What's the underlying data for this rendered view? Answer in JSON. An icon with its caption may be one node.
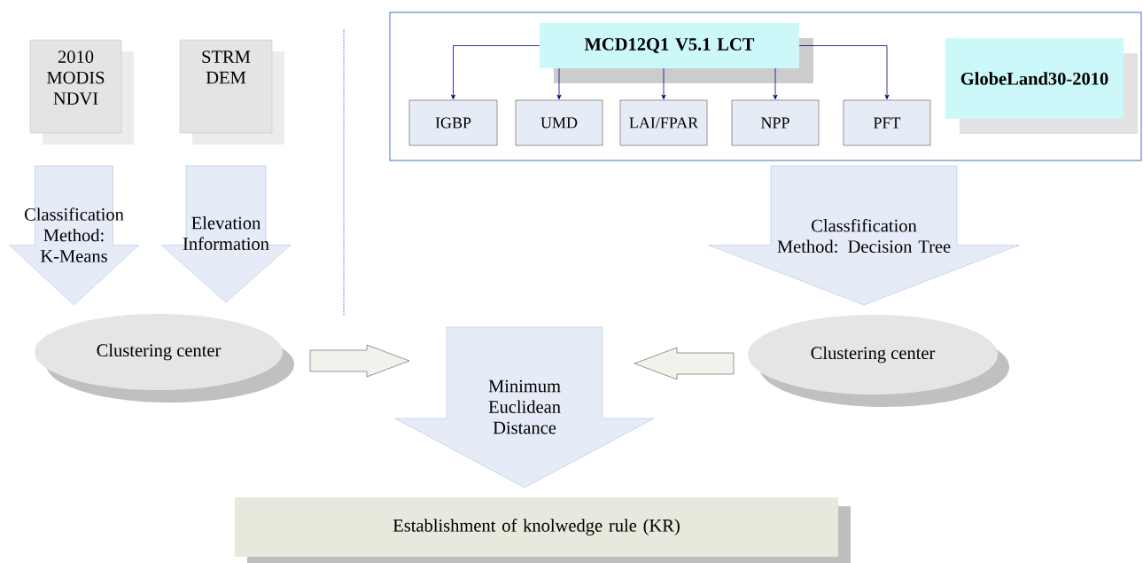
{
  "diagram": {
    "nodes": [
      {
        "text": [
          "2010 MODIS NDVI"
        ]
      },
      {
        "text": [
          "STRM DEM"
        ]
      },
      {
        "text": [],
        "shape": "box"
      },
      {
        "text": [
          "MCD12Q1 V5.1 LCT"
        ],
        "in": 2
      },
      {
        "text": [
          "IGBP"
        ],
        "in": 2
      },
      {
        "text": [
          "UMD"
        ],
        "in": 2
      },
      {
        "text": [
          "LAI/FPAR"
        ],
        "in": 2
      },
      {
        "text": [
          "NPP"
        ],
        "in": 2
      },
      {
        "text": [
          "PFT"
        ],
        "in": 2
      },
      {
        "text": [
          "GlobeLand30-2010"
        ],
        "in": 2
      },
      {
        "text": [
          "Clustering center"
        ]
      },
      {
        "text": [
          "Minimum Euclidean Distance"
        ]
      },
      {
        "text": [
          "Clustering center"
        ]
      },
      {
        "text": [
          "Establishment of knolwedge rule (KR)"
        ]
      }
    ],
    "edges": [
      {
        "from": 3,
        "to": 4,
        "arrow": "to"
      },
      {
        "from": 3,
        "to": 5,
        "arrow": "to"
      },
      {
        "from": 3,
        "to": 6,
        "arrow": "to"
      },
      {
        "from": 3,
        "to": 7,
        "arrow": "to"
      },
      {
        "from": 3,
        "to": 8,
        "arrow": "to"
      },
      {
        "from": 0,
        "to": 10,
        "arrow": "to",
        "label": "Classification Method: K-Means",
        "style": "thick",
        "color": "#8caadc"
      },
      {
        "from": 1,
        "to": 10,
        "arrow": "to",
        "label": "Elevation Information",
        "style": "thick",
        "color": "#8caadc"
      },
      {
        "from": 2,
        "to": 12,
        "arrow": "to",
        "label": "Classfification Method: Decision Tree",
        "style": "thick",
        "color": "#8caadc"
      },
      {
        "from": 10,
        "to": 11,
        "arrow": "to",
        "style": "thick",
        "color": "#000000"
      },
      {
        "from": 12,
        "to": 11,
        "arrow": "to",
        "style": "thick",
        "color": "#000000"
      }
    ]
  }
}
